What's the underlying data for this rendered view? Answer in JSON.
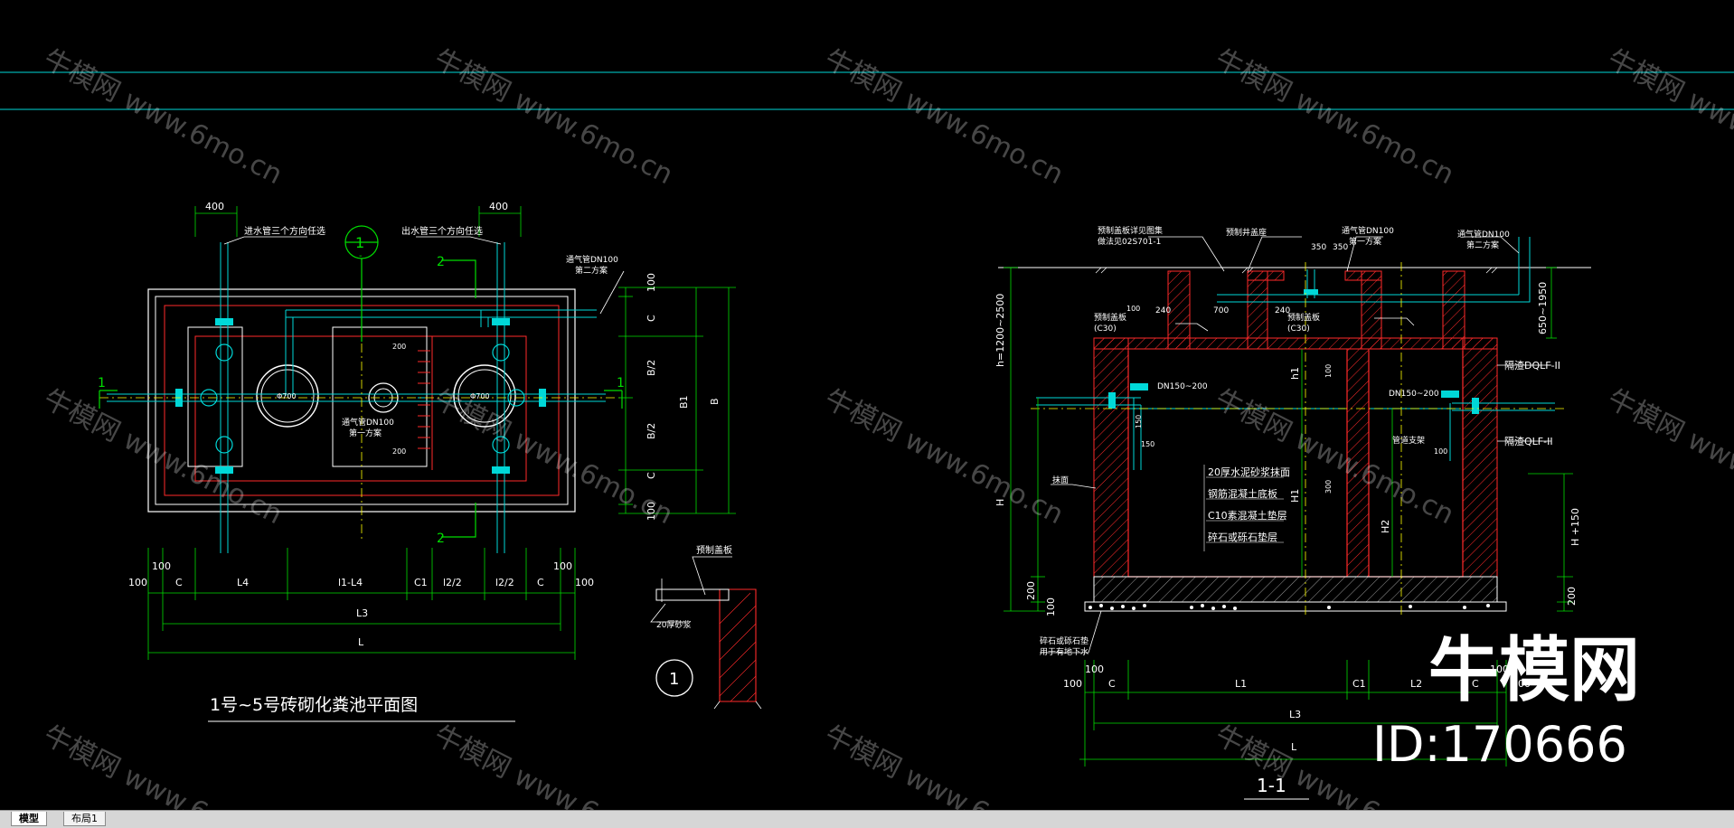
{
  "colors": {
    "background": "#000000",
    "cyan": "#00d8d8",
    "red": "#ff2a2a",
    "green": "#00dd00",
    "white": "#ffffff",
    "yellow": "#ffff00",
    "magenta": "#ff4f9a"
  },
  "watermark": {
    "text": "牛模网 www.6mo.cn",
    "logo": "牛模网",
    "id": "ID:170666"
  },
  "plan": {
    "title": "1号~5号砖砌化粪池平面图",
    "circle_mark": "1",
    "circle_mark_sub": "-",
    "section_mark": "1",
    "section_mark2": "2",
    "dim_top_left": "400",
    "dim_top_right": "400",
    "note_left": "进水管三个方向任选",
    "note_right": "出水管三个方向任选",
    "note_vent": "通气管DN100",
    "note_vent_sub": "第二方案",
    "note_vent_center": "通气管DN100",
    "note_vent_center_sub": "第一方案",
    "pipe_small": "Φ700",
    "dim_right": [
      "100",
      "C",
      "B/2",
      "B/2",
      "C",
      "100"
    ],
    "dim_right_total1": "B1",
    "dim_right_total2": "B",
    "dim_small_a": "200",
    "dim_small_b": "200",
    "dim_bottom_row": [
      "100",
      "100",
      "C",
      "L4",
      "l1-L4",
      "C1",
      "l2/2",
      "l2/2",
      "C",
      "100",
      "100"
    ],
    "dim_bottom_L3": "L3",
    "dim_bottom_L": "L"
  },
  "detail": {
    "label_a": "预制盖板",
    "label_b": "20厚砂浆",
    "circle_mark": "1"
  },
  "section": {
    "title": "1-1",
    "note_cover": "预制盖板详见图集",
    "note_cover2": "做法见02S701-1",
    "note_well": "预制井盖座",
    "note_vent": "通气管DN100",
    "note_vent_sub": "第一方案",
    "note_vent2": "通气管DN100",
    "note_vent2_sub": "第二方案",
    "dim_350a": "350",
    "dim_350b": "350",
    "dim_240a": "240",
    "dim_240b": "240",
    "dim_700": "700",
    "dim_h": "h=1200~2500",
    "dim_650": "650~1950",
    "label_plate_l": "预制盖板",
    "label_plate_l2": "(C30)",
    "label_plate_r": "预制盖板",
    "label_plate_r2": "(C30)",
    "pipe_in": "DN150~200",
    "pipe_out": "DN150~200",
    "label_dqlf": "隔渣DQLF-II",
    "label_qlf": "隔渣QLF-II",
    "label_tube": "管道支架",
    "label_pl": "抹面",
    "notes_mid": [
      "20厚水泥砂浆抹面",
      "钢筋混凝土底板",
      "C10素混凝土垫层",
      "碎石或砾石垫层"
    ],
    "dim_h1": "h1",
    "dim_H1": "H1",
    "dim_H2": "H2",
    "dim_H": "H",
    "dim_Hp150": "H +150",
    "dim_small": [
      "100",
      "150",
      "150",
      "300",
      "100",
      "100"
    ],
    "dim_200a": "200",
    "dim_100a": "100",
    "dim_200b": "200",
    "note_base": "碎石或砾石垫",
    "note_base2": "用于有地下水",
    "dim_bottom_row": [
      "100",
      "100",
      "C",
      "L1",
      "C1",
      "L2",
      "C",
      "100",
      "100"
    ],
    "dim_bottom_L3": "L3",
    "dim_bottom_L": "L"
  },
  "tabs": [
    {
      "label": "模型",
      "active": true
    },
    {
      "label": "布局1",
      "active": false
    }
  ]
}
